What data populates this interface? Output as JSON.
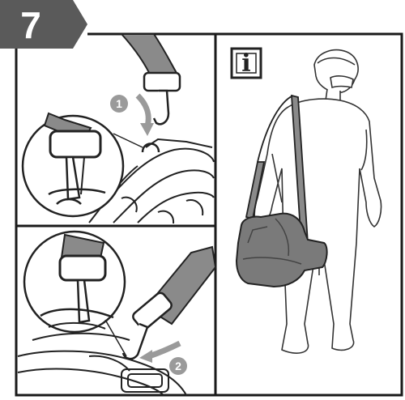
{
  "step": {
    "number": "7"
  },
  "info_icon": {
    "glyph": "i"
  },
  "callouts": {
    "one": "1",
    "two": "2"
  },
  "colors": {
    "badge": "#5a5a5a",
    "frame": "#1a1a1a",
    "strap": "#8a8a8a",
    "bag": "#7a7a7a",
    "callout": "#9a9a9a"
  }
}
